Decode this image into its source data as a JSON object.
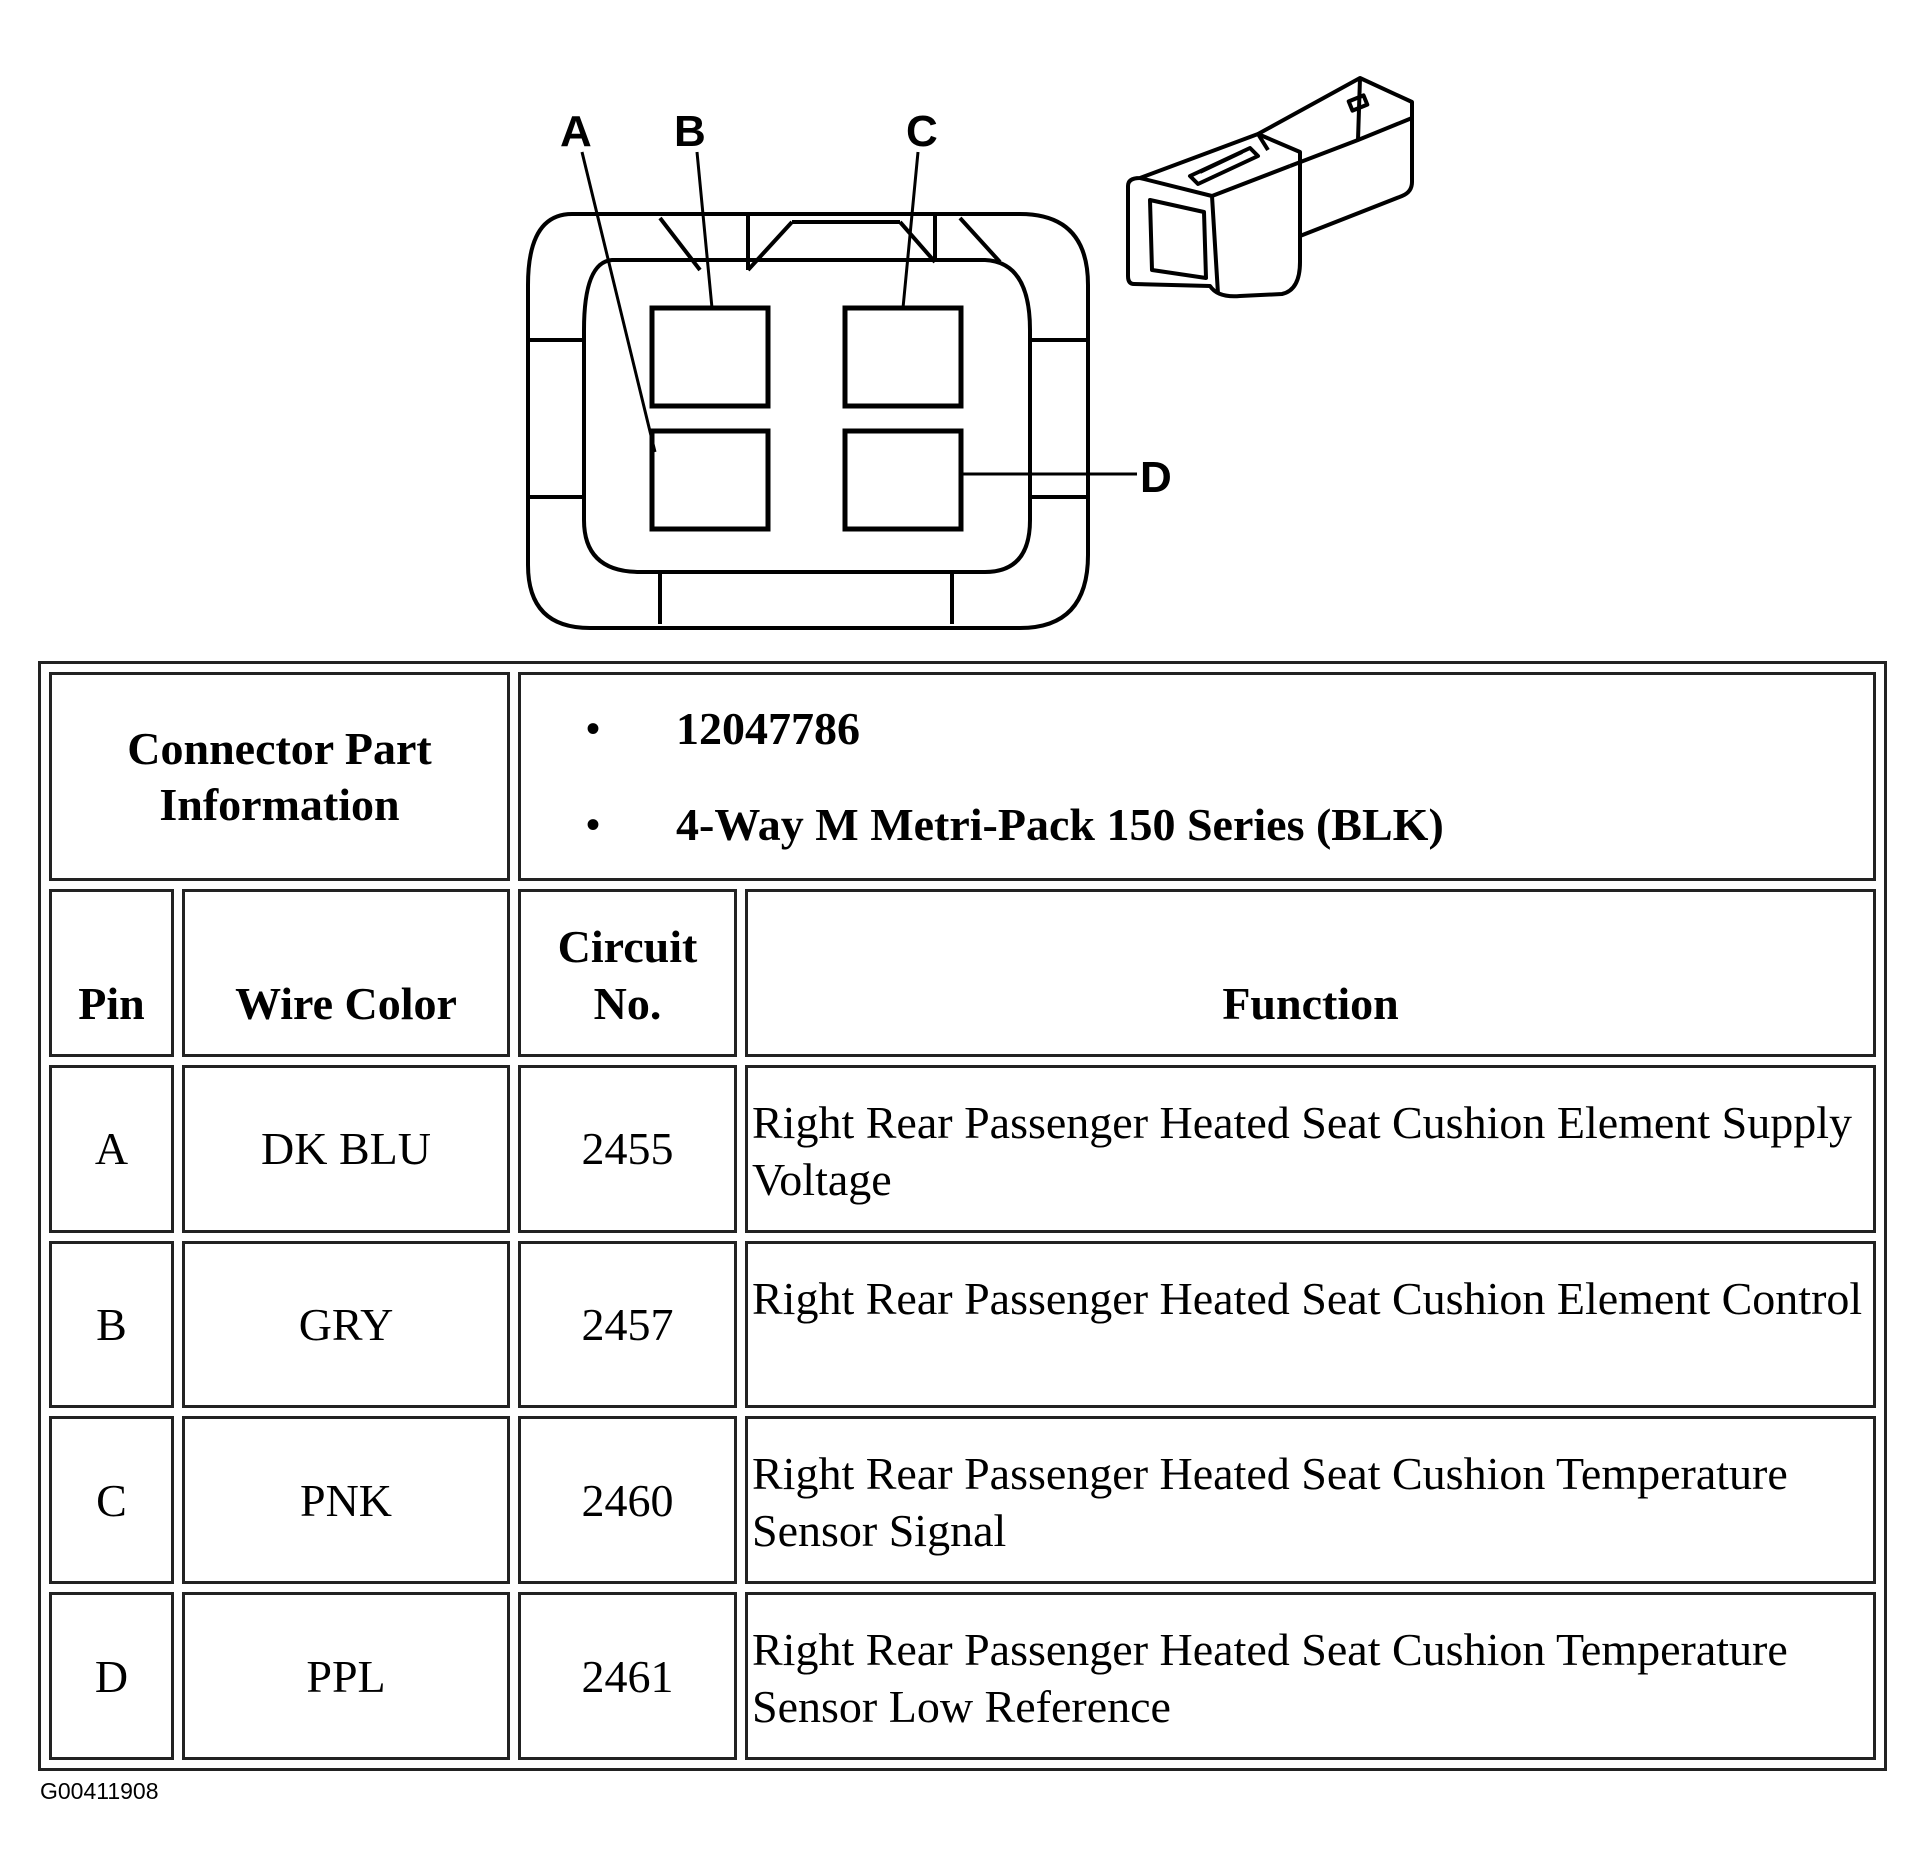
{
  "pin_labels": [
    "A",
    "B",
    "C",
    "D"
  ],
  "connector_info": {
    "label": "Connector Part Information",
    "items": [
      "12047786",
      "4-Way M Metri-Pack 150 Series (BLK)"
    ]
  },
  "headers": {
    "pin": "Pin",
    "wire_color": "Wire Color",
    "circuit": "Circuit No.",
    "function": "Function"
  },
  "rows": [
    {
      "pin": "A",
      "wire_color": "DK BLU",
      "circuit": "2455",
      "function": "Right Rear Passenger Heated Seat Cushion Element Supply Voltage"
    },
    {
      "pin": "B",
      "wire_color": "GRY",
      "circuit": "2457",
      "function": "Right Rear Passenger Heated Seat Cushion Element Control"
    },
    {
      "pin": "C",
      "wire_color": "PNK",
      "circuit": "2460",
      "function": "Right Rear Passenger Heated Seat Cushion Temperature Sensor Signal"
    },
    {
      "pin": "D",
      "wire_color": "PPL",
      "circuit": "2461",
      "function": "Right Rear Passenger Heated Seat Cushion Temperature Sensor Low Reference"
    }
  ],
  "figure_code": "G00411908"
}
